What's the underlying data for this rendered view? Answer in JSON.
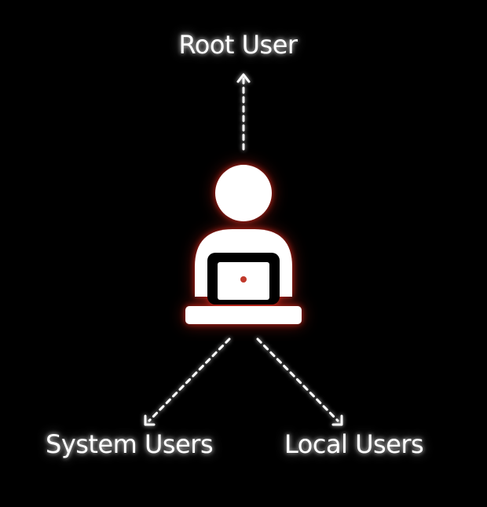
{
  "nodes": {
    "root": "Root User",
    "system": "System Users",
    "local": "Local Users"
  },
  "colors": {
    "background": "#000000",
    "foreground": "#ffffff",
    "glow": "#b0271c",
    "screen_dot": "#c0392b"
  },
  "icons": {
    "center": "user-at-laptop-icon"
  }
}
